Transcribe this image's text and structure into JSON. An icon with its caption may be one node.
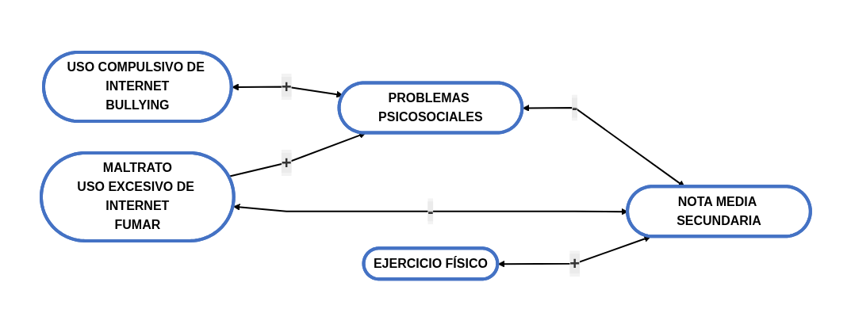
{
  "diagram": {
    "nodes": [
      {
        "text": [
          "PROBLEMAS PSICOSOCIALES"
        ]
      },
      {
        "text": [
          "USO COMPULSIVO DE INTERNET",
          "BULLYING"
        ]
      },
      {
        "text": [
          "MALTRATO",
          "USO EXCESIVO DE INTERNET",
          "FUMAR"
        ]
      },
      {
        "text": [
          "NOTA MEDIA SECUNDARIA"
        ]
      },
      {
        "text": [
          "EJERCICIO FÍSICO"
        ]
      }
    ],
    "edges": [
      {
        "from": 1,
        "to": 0,
        "arrow": "both",
        "label": "+"
      },
      {
        "from": 2,
        "to": 0,
        "arrow": "to",
        "label": "+"
      },
      {
        "from": 0,
        "to": 3,
        "arrow": "both",
        "label": "-"
      },
      {
        "from": 2,
        "to": 3,
        "arrow": "both",
        "label": "-"
      },
      {
        "from": 4,
        "to": 3,
        "arrow": "both",
        "label": "+"
      }
    ]
  }
}
